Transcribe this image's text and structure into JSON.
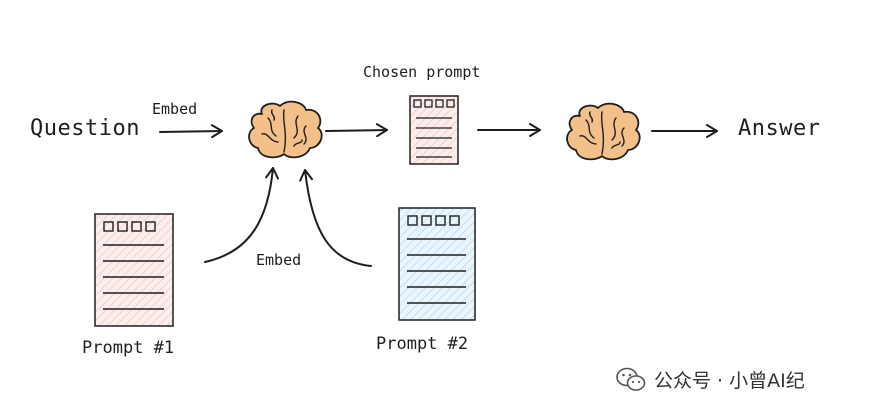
{
  "labels": {
    "question": "Question",
    "embed_top": "Embed",
    "chosen_prompt": "Chosen prompt",
    "answer": "Answer",
    "embed_bottom": "Embed",
    "prompt1": "Prompt #1",
    "prompt2": "Prompt #2"
  },
  "watermark": {
    "text": "公众号 · 小曾AI纪"
  },
  "colors": {
    "stroke": "#1e1e1e",
    "brain_fill": "#f4c08a",
    "chosen_doc_fill": "#fbe3e3",
    "prompt1_fill": "#fbe3e3",
    "prompt2_fill": "#dbeef9"
  }
}
